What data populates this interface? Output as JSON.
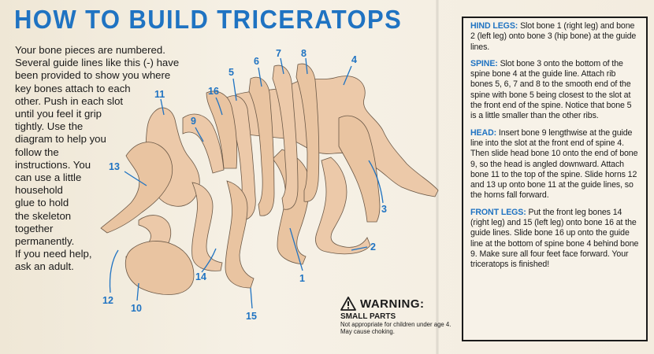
{
  "title": "HOW TO BUILD TRICERATOPS",
  "intro_lines": [
    "Your bone pieces are numbered.",
    "Several guide lines like this (-) have",
    "been provided to show you where",
    "key bones attach to each",
    "other.  Push in each slot",
    "until you feel it grip",
    "tightly.  Use the",
    "diagram to help you",
    "follow the",
    "instructions.  You",
    "can use a little",
    "household",
    "glue to hold",
    "the skeleton",
    "together",
    "permanently.",
    "If you need help,",
    "ask an adult."
  ],
  "bone_labels": [
    "1",
    "2",
    "3",
    "4",
    "5",
    "6",
    "7",
    "8",
    "9",
    "10",
    "11",
    "12",
    "13",
    "14",
    "15",
    "16"
  ],
  "instructions": [
    {
      "heading": "HIND LEGS:",
      "text": "Slot bone 1 (right leg) and bone 2 (left leg) onto bone 3 (hip bone) at the guide lines."
    },
    {
      "heading": "SPINE:",
      "text": "Slot bone 3 onto the bottom of the spine bone 4 at the guide line.  Attach rib bones 5, 6, 7 and 8 to the smooth end of the spine with bone 5 being closest to the slot at the front end of the spine. Notice that bone 5 is a little smaller than the other ribs."
    },
    {
      "heading": "HEAD:",
      "text": "Insert bone 9 lengthwise at the guide line into the slot at the front end of spine 4.  Then slide head bone 10 onto the end of bone 9, so the head is angled downward.  Attach bone 11 to the top of the spine.  Slide horns 12 and 13 up onto bone 11 at the guide lines, so the horns fall forward."
    },
    {
      "heading": "FRONT LEGS:",
      "text": "Put the front leg bones 14 (right leg) and 15 (left leg) onto bone 16 at the guide lines.  Slide bone 16 up onto the guide line at the bottom of spine bone 4 behind bone 9.  Make sure all four feet face forward.  Your triceratops is finished!"
    }
  ],
  "warning": {
    "title": "WARNING:",
    "subtitle": "SMALL PARTS",
    "line1": "Not appropriate for children under age 4.",
    "line2": "May cause choking.",
    "icon": "warning-triangle-icon"
  },
  "colors": {
    "accent": "#1f73c2",
    "bone": "#ecc9a9",
    "text": "#1a1a1a",
    "paper": "#f3ede0"
  }
}
